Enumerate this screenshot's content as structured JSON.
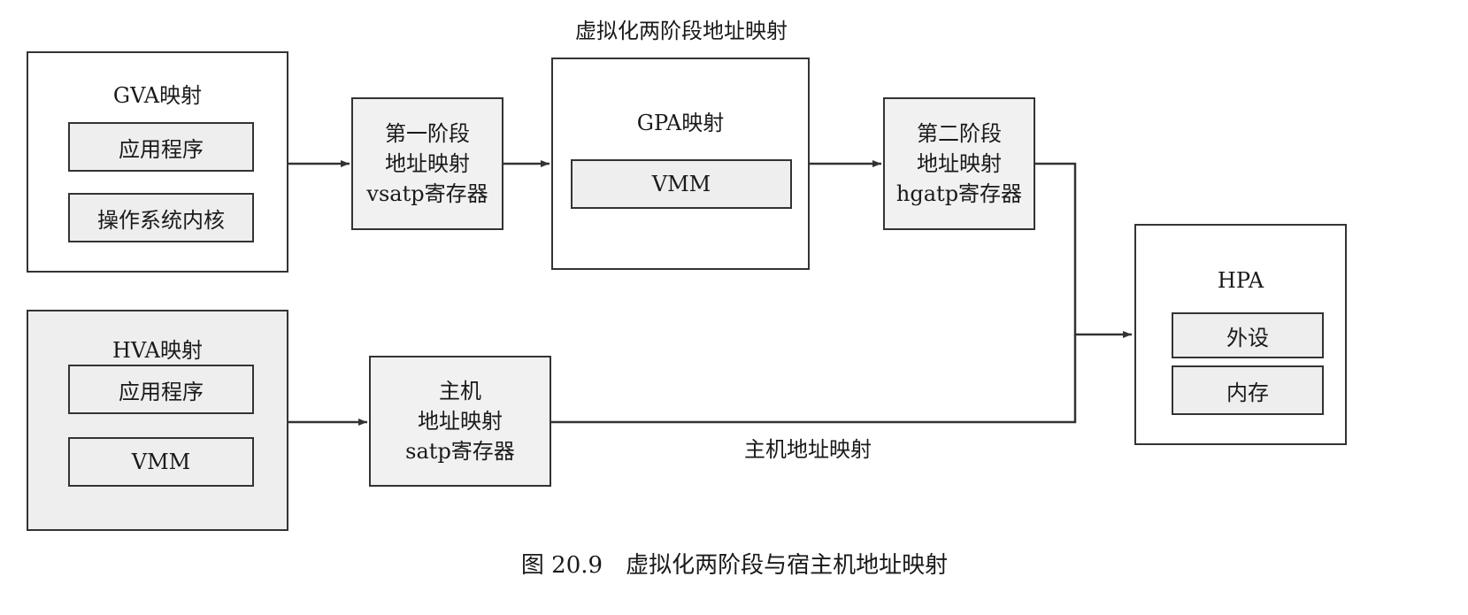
{
  "diagram": {
    "top_title": "虚拟化两阶段地址映射",
    "gva": {
      "title": "GVA映射",
      "items": [
        "应用程序",
        "操作系统内核"
      ]
    },
    "stage1": {
      "lines": [
        "第一阶段",
        "地址映射",
        "vsatp寄存器"
      ]
    },
    "gpa": {
      "title": "GPA映射",
      "items": [
        "VMM"
      ]
    },
    "stage2": {
      "lines": [
        "第二阶段",
        "地址映射",
        "hgatp寄存器"
      ]
    },
    "hpa": {
      "title": "HPA",
      "items": [
        "外设",
        "内存"
      ]
    },
    "hva": {
      "title": "HVA映射",
      "items": [
        "应用程序",
        "VMM"
      ]
    },
    "host": {
      "lines": [
        "主机",
        "地址映射",
        "satp寄存器"
      ]
    },
    "host_path_label": "主机地址映射",
    "caption": "图 20.9　虚拟化两阶段与宿主机地址映射"
  }
}
